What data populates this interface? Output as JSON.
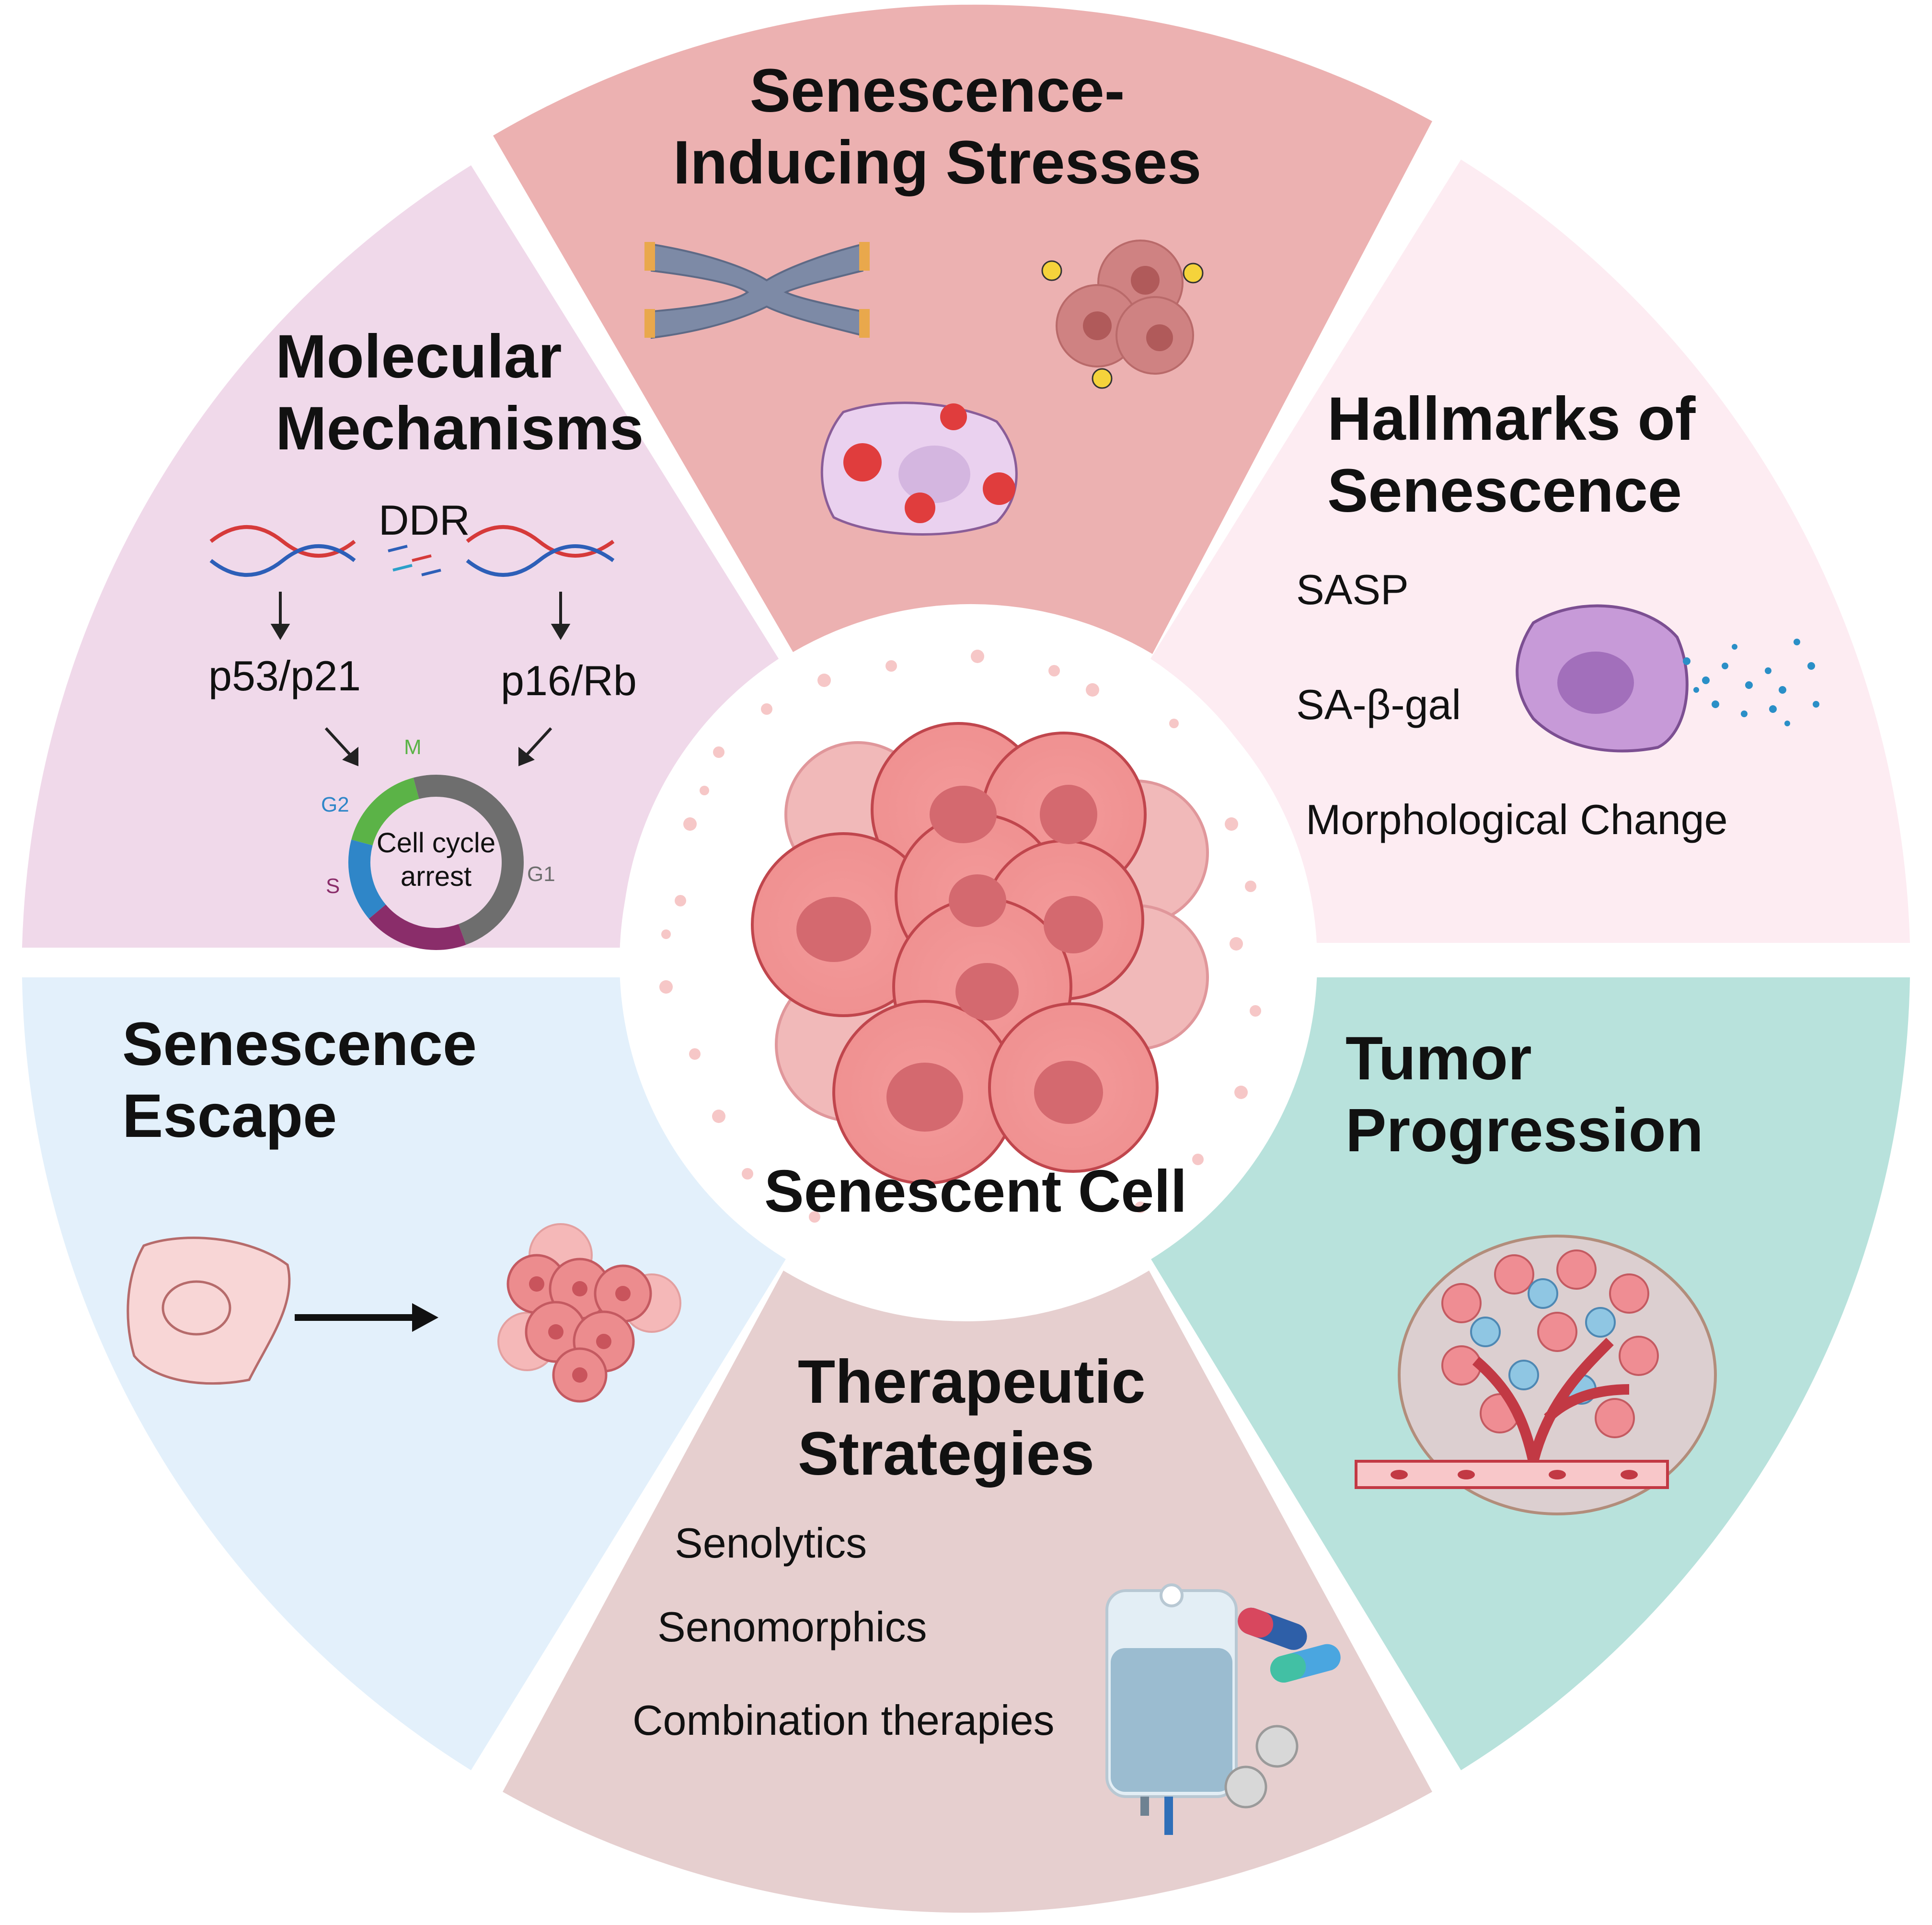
{
  "center": {
    "label": "Senescent Cell"
  },
  "sectors": {
    "stresses": {
      "title": "Senescence-\nInducing Stresses",
      "color": "#ecb1b1"
    },
    "hallmarks": {
      "title": "Hallmarks of\nSenescence",
      "color": "#fdecf2",
      "items": [
        "SASP",
        "SA-β-gal",
        "Morphological Change"
      ]
    },
    "tumor": {
      "title": "Tumor\nProgression",
      "color": "#b8e2dc"
    },
    "therapeutic": {
      "title": "Therapeutic\nStrategies",
      "color": "#e6cfcf",
      "items": [
        "Senolytics",
        "Senomorphics",
        "Combination therapies"
      ]
    },
    "escape": {
      "title": "Senescence\nEscape",
      "color": "#e3f0fb"
    },
    "molecular": {
      "title": "Molecular\nMechanisms",
      "color": "#f0d9ea",
      "ddr": "DDR",
      "left_path": "p53/p21",
      "right_path": "p16/Rb",
      "cell_cycle": {
        "center": "Cell cycle\narrest",
        "phases": [
          {
            "name": "M",
            "color": "#5bb347"
          },
          {
            "name": "G1",
            "color": "#6e6e6e"
          },
          {
            "name": "S",
            "color": "#8a2d6a"
          },
          {
            "name": "G2",
            "color": "#2f86c8"
          }
        ]
      }
    }
  }
}
